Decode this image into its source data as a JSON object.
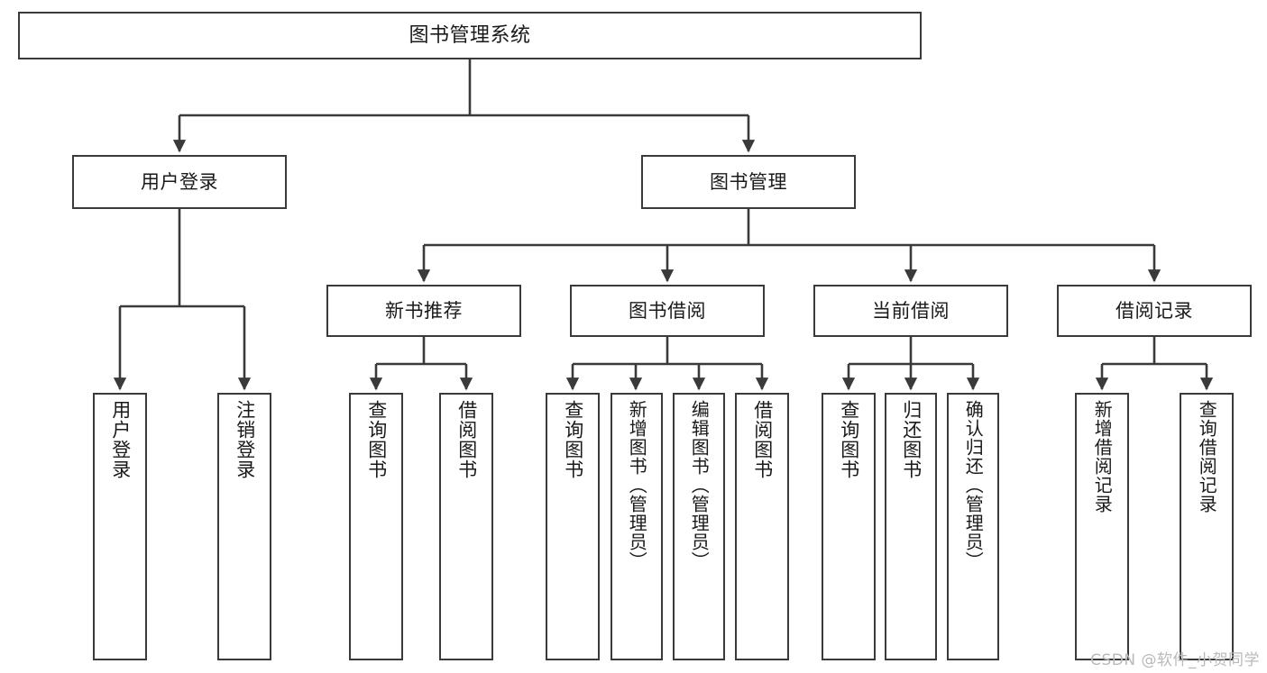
{
  "diagram": {
    "type": "tree-hierarchy",
    "title": "图书管理系统",
    "root": {
      "id": "root",
      "label": "图书管理系统"
    },
    "level2": [
      {
        "id": "user-login",
        "label": "用户登录"
      },
      {
        "id": "book-manage",
        "label": "图书管理"
      }
    ],
    "level3": [
      {
        "id": "new-book-rec",
        "label": "新书推荐",
        "parent": "book-manage"
      },
      {
        "id": "book-borrow",
        "label": "图书借阅",
        "parent": "book-manage"
      },
      {
        "id": "current-borrow",
        "label": "当前借阅",
        "parent": "book-manage"
      },
      {
        "id": "borrow-record",
        "label": "借阅记录",
        "parent": "book-manage"
      }
    ],
    "leaves": [
      {
        "id": "leaf-user-login",
        "label": "用户登录",
        "parent": "user-login"
      },
      {
        "id": "leaf-user-logout",
        "label": "注销登录",
        "parent": "user-login"
      },
      {
        "id": "leaf-query-book-1",
        "label": "查询图书",
        "parent": "new-book-rec"
      },
      {
        "id": "leaf-borrow-book-1",
        "label": "借阅图书",
        "parent": "new-book-rec"
      },
      {
        "id": "leaf-query-book-2",
        "label": "查询图书",
        "parent": "book-borrow"
      },
      {
        "id": "leaf-add-book",
        "label": "新增图书（管理员）",
        "parent": "book-borrow"
      },
      {
        "id": "leaf-edit-book",
        "label": "编辑图书（管理员）",
        "parent": "book-borrow"
      },
      {
        "id": "leaf-borrow-book-2",
        "label": "借阅图书",
        "parent": "book-borrow"
      },
      {
        "id": "leaf-query-book-3",
        "label": "查询图书",
        "parent": "current-borrow"
      },
      {
        "id": "leaf-return-book",
        "label": "归还图书",
        "parent": "current-borrow"
      },
      {
        "id": "leaf-confirm-return",
        "label": "确认归还（管理员）",
        "parent": "current-borrow"
      },
      {
        "id": "leaf-add-record",
        "label": "新增借阅记录",
        "parent": "borrow-record"
      },
      {
        "id": "leaf-query-record",
        "label": "查询借阅记录",
        "parent": "borrow-record"
      }
    ],
    "watermark": "CSDN @软件_小贺同学",
    "colors": {
      "stroke": "#3a3a3a",
      "background": "#ffffff",
      "text": "#1a1a1a",
      "watermark": "#b9b9b9"
    }
  }
}
